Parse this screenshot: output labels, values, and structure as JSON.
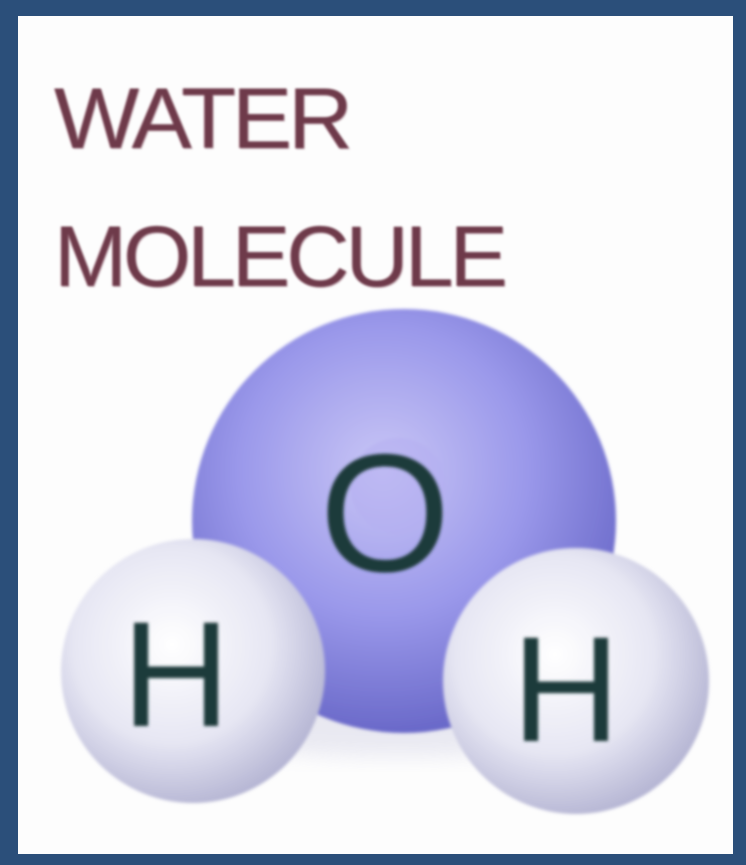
{
  "title": {
    "line1": "WATER",
    "line2": "MOLECULE"
  },
  "atoms": {
    "oxygen_label": "O",
    "hydrogen_left_label": "H",
    "hydrogen_right_label": "H"
  },
  "colors": {
    "border": "#2b4f7a",
    "background": "#fdfdfd",
    "title_text": "#6e3a4a",
    "oxygen": "#8f8fe6",
    "hydrogen": "#e9e9f4",
    "atom_letter": "#1e3a3a"
  }
}
